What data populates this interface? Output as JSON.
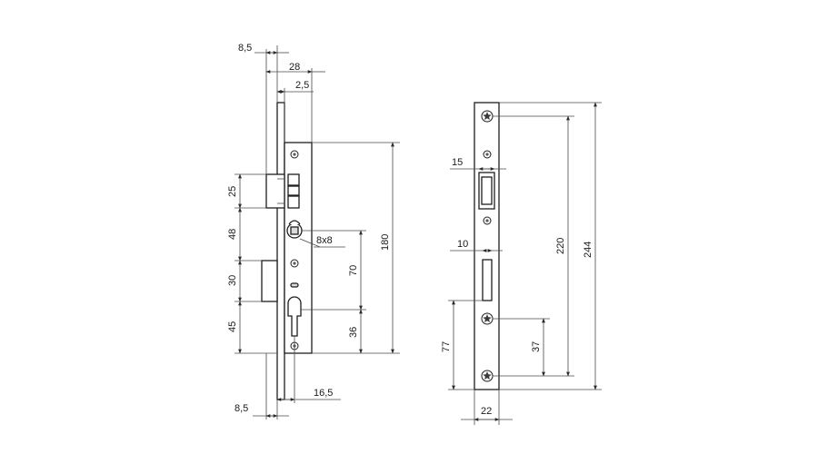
{
  "lock_body_view": {
    "dims": {
      "faceplate_offset_top": "8,5",
      "total_depth": "28",
      "faceplate_thickness": "2,5",
      "latch_height": "25",
      "latch_to_spindle": "48",
      "spindle_square": "8x8",
      "bolt_height": "30",
      "bolt_to_cylinder": "45",
      "body_height": "180",
      "spindle_to_cylinder": "70",
      "cylinder_to_bottom": "36",
      "faceplate_offset_bottom": "8,5",
      "backset": "16,5"
    }
  },
  "strike_plate_view": {
    "dims": {
      "latch_slot_width": "15",
      "bolt_slot_width": "10",
      "screw_spacing_inner": "220",
      "plate_height": "244",
      "lower_span": "77",
      "lower_screw_spacing": "37",
      "plate_width": "22"
    }
  },
  "colors": {
    "line": "#1e1e1e",
    "dimension_line": "#4a4a4a",
    "background": "#ffffff"
  }
}
